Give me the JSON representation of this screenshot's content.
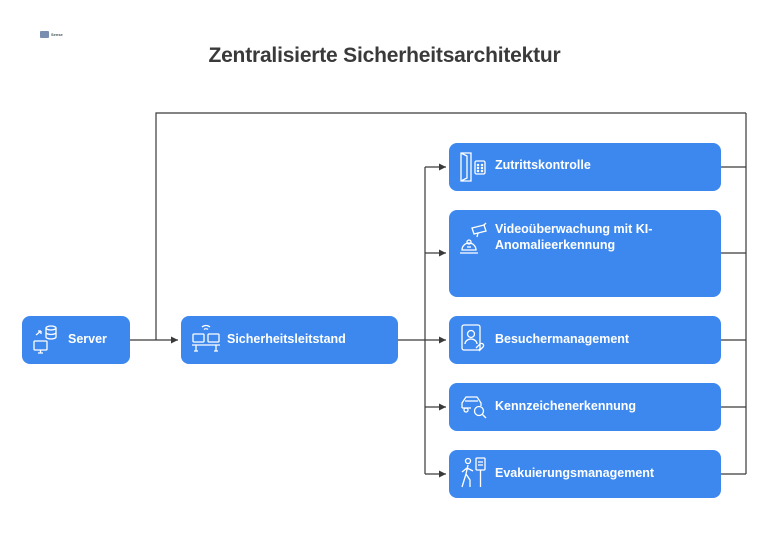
{
  "logo": {
    "text": "Sense"
  },
  "title": "Zentralisierte Sicherheitsarchitektur",
  "nodes": {
    "server": {
      "label": "Server",
      "icon": "server-database-icon"
    },
    "leitstand": {
      "label": "Sicherheitsleitstand",
      "icon": "control-room-icon"
    },
    "zutritt": {
      "label": "Zutrittskontrolle",
      "icon": "door-keypad-icon"
    },
    "video": {
      "label": "Videoüberwachung mit KI-Anomalieerkennung",
      "icon": "security-camera-icon"
    },
    "besucher": {
      "label": "Besuchermanagement",
      "icon": "visitor-badge-icon"
    },
    "kennzeichen": {
      "label": "Kennzeichenerkennung",
      "icon": "car-search-icon"
    },
    "evakuierung": {
      "label": "Evakuierungsmanagement",
      "icon": "evacuation-icon"
    }
  },
  "colors": {
    "node": "#3d88ee",
    "line": "#3a3a3a",
    "title": "#3a3a3a"
  }
}
